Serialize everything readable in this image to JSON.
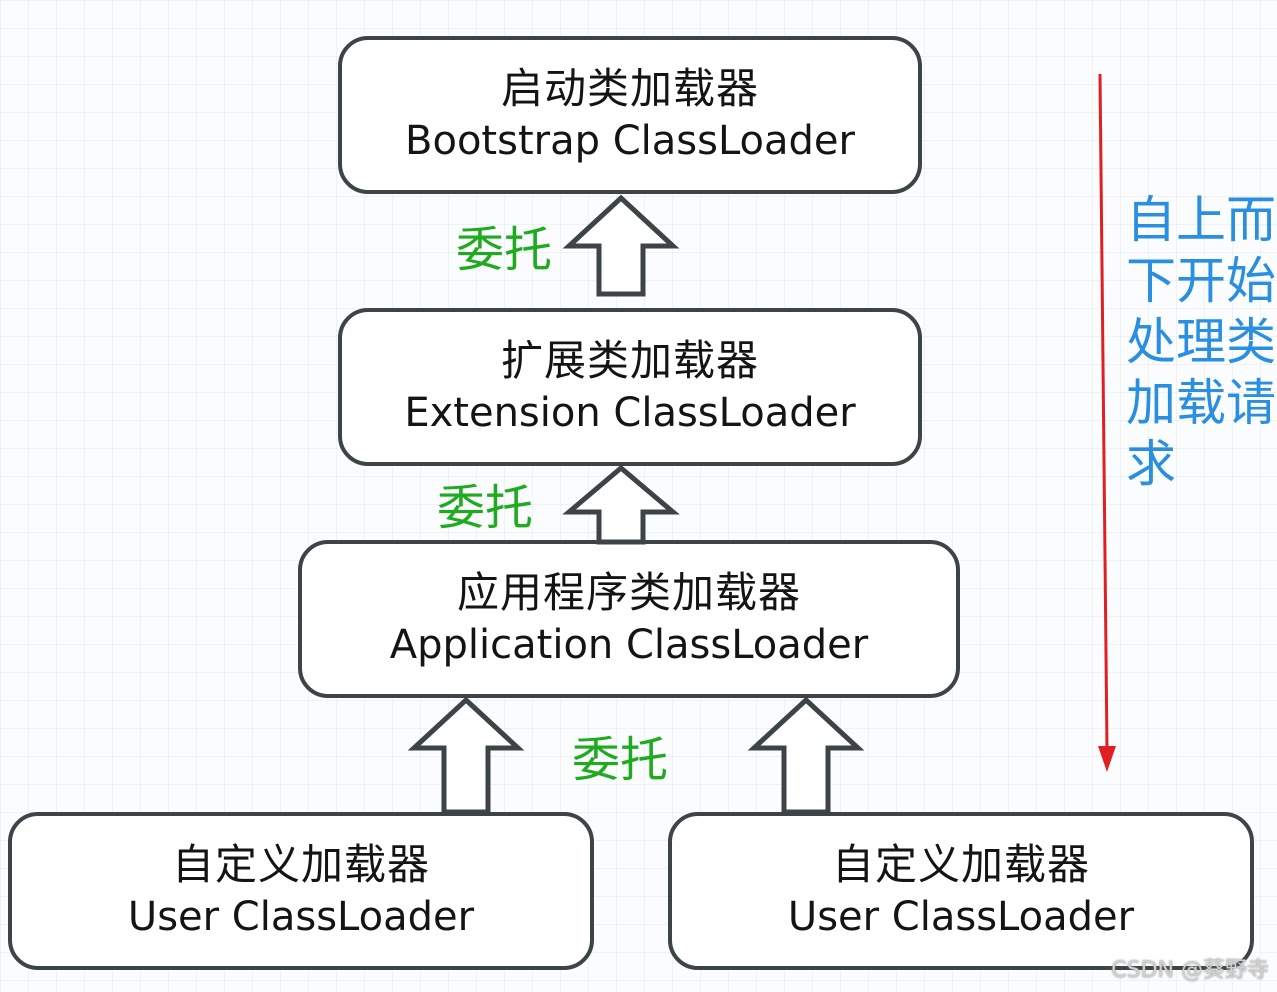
{
  "nodes": {
    "bootstrap": {
      "zh": "启动类加载器",
      "en": "Bootstrap ClassLoader"
    },
    "extension": {
      "zh": "扩展类加载器",
      "en": "Extension ClassLoader"
    },
    "application": {
      "zh": "应用程序类加载器",
      "en": "Application ClassLoader"
    },
    "user_left": {
      "zh": "自定义加载器",
      "en": "User ClassLoader"
    },
    "user_right": {
      "zh": "自定义加载器",
      "en": "User ClassLoader"
    }
  },
  "edges": {
    "delegate_label": "委托",
    "label_color": "#1faa1f"
  },
  "side_note": {
    "text": "自上而下开始处理类加载请求",
    "color": "#2a8fe0",
    "arrow_color": "#e02020"
  },
  "watermark": "CSDN @葵野寺"
}
